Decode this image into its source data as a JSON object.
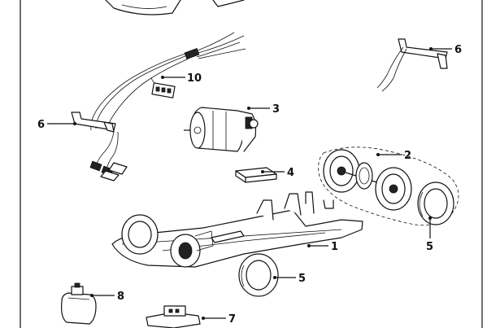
{
  "callouts": [
    {
      "id": "p10",
      "number": "10"
    },
    {
      "id": "p6a",
      "number": "6"
    },
    {
      "id": "p6b",
      "number": "6"
    },
    {
      "id": "p3",
      "number": "3"
    },
    {
      "id": "p2",
      "number": "2"
    },
    {
      "id": "p4",
      "number": "4"
    },
    {
      "id": "p5a",
      "number": "5"
    },
    {
      "id": "p1",
      "number": "1"
    },
    {
      "id": "p5b",
      "number": "5"
    },
    {
      "id": "p8",
      "number": "8"
    },
    {
      "id": "p7",
      "number": "7"
    }
  ]
}
